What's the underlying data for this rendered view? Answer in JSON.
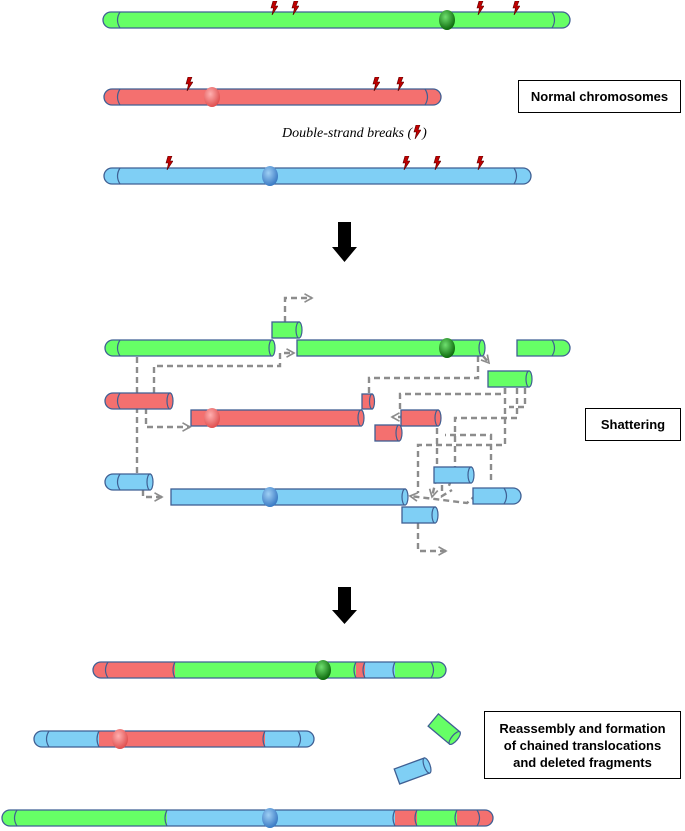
{
  "labels": {
    "normal": "Normal chromosomes",
    "shattering": "Shattering",
    "reassembly_line1": "Reassembly and formation",
    "reassembly_line2": "of chained translocations",
    "reassembly_line3": "and deleted fragments",
    "dsb_prefix": "Double-strand breaks (",
    "dsb_suffix": ")"
  },
  "colors": {
    "green": "#66FF66",
    "red": "#F4706F",
    "blue": "#7FCFF5",
    "outline": "#3F5F93",
    "dashed_arrow": "#8C8C8C",
    "stage_arrow": "#000000",
    "bolt": "#C00000"
  }
}
